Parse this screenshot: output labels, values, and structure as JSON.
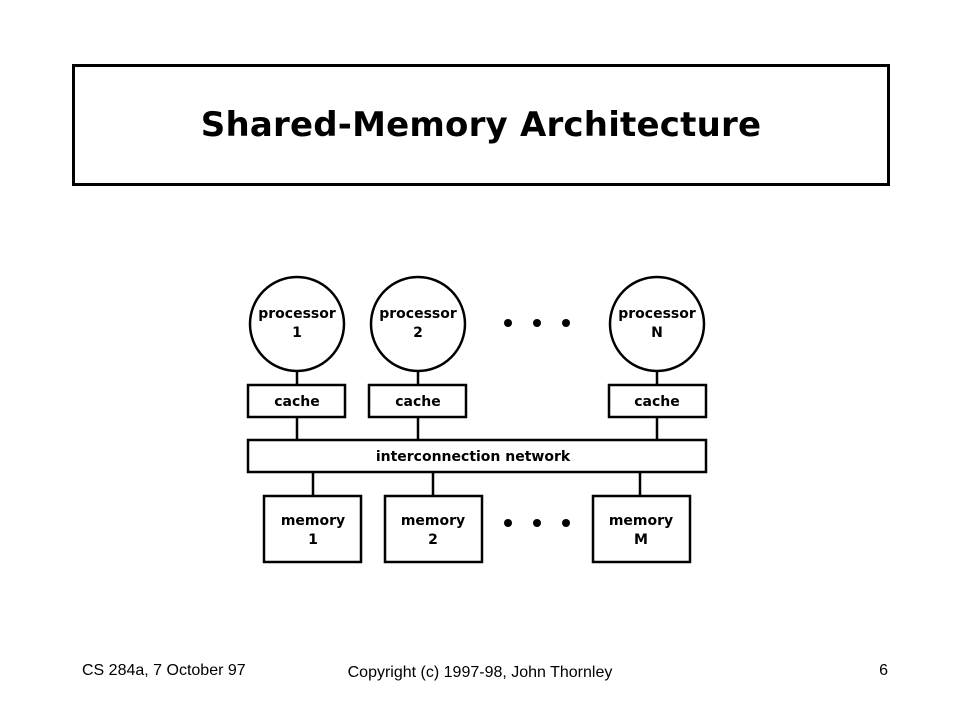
{
  "slide": {
    "title": "Shared-Memory Architecture"
  },
  "diagram": {
    "processors": [
      {
        "line1": "processor",
        "line2": "1"
      },
      {
        "line1": "processor",
        "line2": "2"
      },
      {
        "line1": "processor",
        "line2": "N"
      }
    ],
    "caches": [
      {
        "label": "cache"
      },
      {
        "label": "cache"
      },
      {
        "label": "cache"
      }
    ],
    "network": {
      "label": "interconnection network"
    },
    "memories": [
      {
        "line1": "memory",
        "line2": "1"
      },
      {
        "line1": "memory",
        "line2": "2"
      },
      {
        "line1": "memory",
        "line2": "M"
      }
    ]
  },
  "footer": {
    "left": "CS 284a, 7 October 97",
    "center": "Copyright (c) 1997-98, John Thornley",
    "right": "6"
  }
}
